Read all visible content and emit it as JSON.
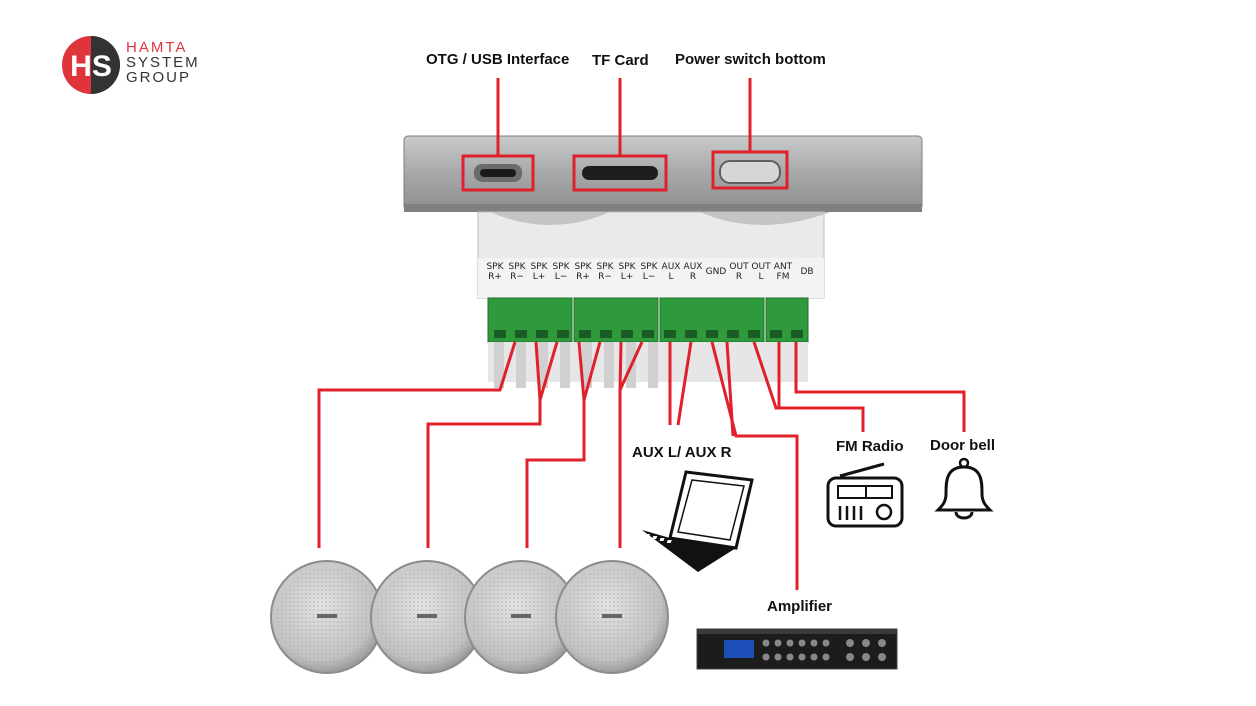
{
  "logo": {
    "monogram": "HS",
    "line1": "HAMTA",
    "line2": "SYSTEM",
    "line3": "GROUP",
    "brand_red": "#e0343c",
    "brand_dark": "#333333"
  },
  "callouts": {
    "otg": "OTG / USB Interface",
    "tf": "TF Card",
    "power": "Power switch bottom",
    "aux": "AUX L/ AUX R",
    "fm": "FM Radio",
    "doorbell": "Door bell",
    "amplifier": "Amplifier"
  },
  "terminals": [
    {
      "top": "SPK",
      "bottom": "R+"
    },
    {
      "top": "SPK",
      "bottom": "R−"
    },
    {
      "top": "SPK",
      "bottom": "L+"
    },
    {
      "top": "SPK",
      "bottom": "L−"
    },
    {
      "top": "SPK",
      "bottom": "R+"
    },
    {
      "top": "SPK",
      "bottom": "R−"
    },
    {
      "top": "SPK",
      "bottom": "L+"
    },
    {
      "top": "SPK",
      "bottom": "L−"
    },
    {
      "top": "AUX",
      "bottom": "L"
    },
    {
      "top": "AUX",
      "bottom": "R"
    },
    {
      "top": "GND",
      "bottom": ""
    },
    {
      "top": "OUT",
      "bottom": "R"
    },
    {
      "top": "OUT",
      "bottom": "L"
    },
    {
      "top": "ANT",
      "bottom": "FM"
    },
    {
      "top": "DB",
      "bottom": ""
    }
  ],
  "colors": {
    "wire": "#e0202a",
    "terminal_green": "#2e9a3c",
    "panel_gray": "#a9aaac"
  },
  "icons": {
    "laptop": "laptop-icon",
    "radio": "radio-icon",
    "bell": "bell-icon",
    "speaker": "ceiling-speaker-icon",
    "amplifier": "amplifier-icon"
  }
}
